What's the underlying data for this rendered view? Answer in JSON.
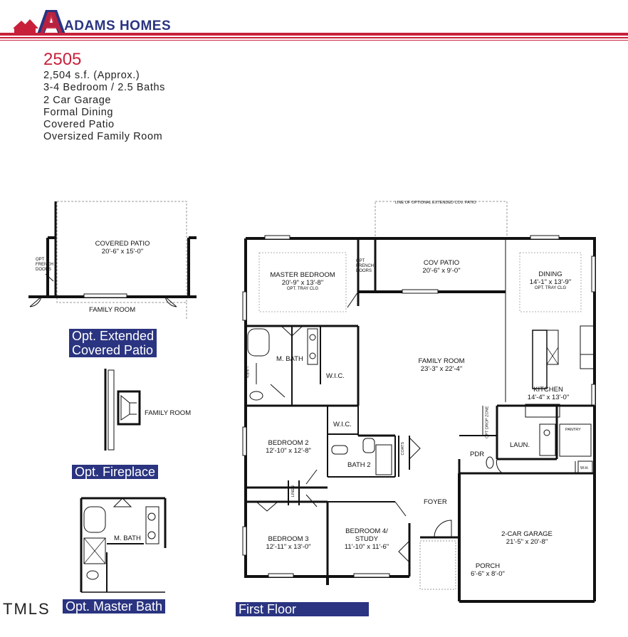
{
  "brand": {
    "name": "ADAMS HOMES",
    "colors": {
      "red": "#c8203a",
      "blue": "#2a3480"
    }
  },
  "model": {
    "number": "2505",
    "features": [
      "2,504 s.f. (Approx.)",
      "3-4 Bedroom / 2.5 Baths",
      "2 Car Garage",
      "Formal Dining",
      "Covered Patio",
      "Oversized Family Room"
    ]
  },
  "options": {
    "extended_patio": {
      "banner": [
        "Opt. Extended",
        "Covered Patio"
      ],
      "covered_patio": {
        "name": "COVERED PATIO",
        "dim": "20'-6\" x 15'-0\""
      },
      "french_doors": [
        "OPT",
        "FRENCH",
        "DOORS"
      ],
      "family_room": "FAMILY ROOM"
    },
    "fireplace": {
      "banner": "Opt. Fireplace",
      "family_room": "FAMILY ROOM"
    },
    "master_bath": {
      "banner": "Opt. Master Bath",
      "m_bath": "M. BATH"
    }
  },
  "first_floor": {
    "banner": "First Floor",
    "line_label": "LINE OF OPTIONAL EXTENDED COV. PATIO",
    "rooms": {
      "master_bedroom": {
        "name": "MASTER BEDROOM",
        "dim": "20'-9\" x 13'-8\"",
        "note": "OPT. TRAY CLG"
      },
      "cov_patio": {
        "name": "COV PATIO",
        "dim": "20'-6\" x 9'-0\""
      },
      "dining": {
        "name": "DINING",
        "dim": "14'-1\" x 13'-9\"",
        "note": "OPT. TRAY CLG"
      },
      "opt_french_doors": [
        "OPT",
        "FRENCH",
        "DOORS"
      ],
      "m_bath": "M. BATH",
      "wic_master": "W.I.C.",
      "linen_master": "LINEN",
      "family_room": {
        "name": "FAMILY ROOM",
        "dim": "23'-3\" x 22'-4\""
      },
      "kitchen": {
        "name": "KITCHEN",
        "dim": "14'-4\" x 13'-0\""
      },
      "bedroom2": {
        "name": "BEDROOM 2",
        "dim": "12'-10\" x 12'-8\""
      },
      "wic_bed2": "W.I.C.",
      "coats": "COATS",
      "bath2": "BATH 2",
      "opt_drop_zone": "OPT DROP ZONE",
      "pdr": "PDR",
      "laun": "LAUN.",
      "pantry": "PANTRY",
      "wh": "W.H.",
      "linen_hall": "LINEN",
      "foyer": "FOYER",
      "bedroom3": {
        "name": "BEDROOM 3",
        "dim": "12'-11\" x 13'-0\""
      },
      "bedroom4": {
        "name": "BEDROOM 4/",
        "name2": "STUDY",
        "dim": "11'-10\" x 11'-6\""
      },
      "garage": {
        "name": "2-CAR GARAGE",
        "dim": "21'-5\" x 20'-8\""
      },
      "porch": {
        "name": "PORCH",
        "dim": "6'-6\" x  8'-0\""
      }
    }
  },
  "watermark": "TMLS"
}
